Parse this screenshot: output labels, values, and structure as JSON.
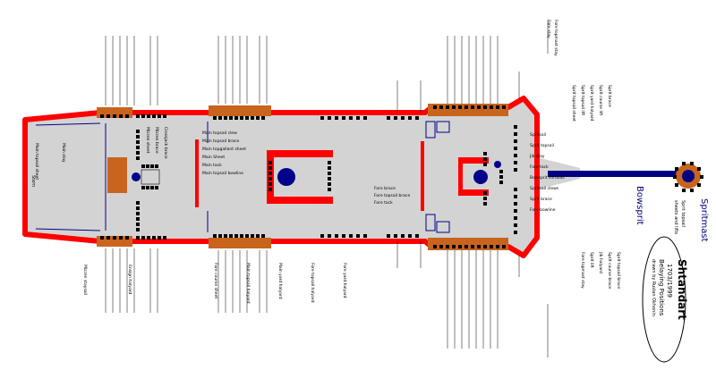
{
  "colors": {
    "hull_outline": "#ff0000",
    "deck": "#d3d3d3",
    "timber": "#c8641e",
    "pin": "#000000",
    "mast": "#00008b",
    "bowsprit": "#000080",
    "lines": "#00008b"
  },
  "title_block": {
    "title": "Shtandart",
    "subtitle_year": "1703/1999",
    "subtitle_name": "Belaying Positions",
    "subtitle_author": "drawn by Ruslan Okhonin"
  },
  "spars": {
    "bowsprit": "Bowsprit",
    "spritsail": "Spritmast",
    "spritsail_note_1": "Sprit topsail",
    "spritsail_note_2": "sheets and lifts"
  },
  "labels": {
    "forecastle_top": [
      "Fore stay",
      "Fore topmast stay"
    ],
    "bow_right": [
      "Spritsail",
      "Sprit topsail",
      "Jib stay",
      "Fore tack",
      "Bowsprit shrouds",
      "Spritsail clews",
      "Sprit brace",
      "Fore bowline"
    ],
    "bow_notes": [
      "Sprit topsail sheet",
      "Sprit topsail lift",
      "Sprit yard halyard",
      "Sprit course lift",
      "Sprit brace"
    ],
    "fore_mast_labels": [
      "Fore brace",
      "Fore topsail brace",
      "Fore tack"
    ],
    "main_mast_labels": [
      "Main topsail clew",
      "Main topsail brace",
      "Main topgallant sheet",
      "Main Sheet",
      "Main tack",
      "Main topsail bowline"
    ],
    "mizzen_labels": [
      "Mizzen sheet",
      "Mizzen brace",
      "Crossjack brace"
    ],
    "bottom_bow": [
      "Fore topmast stay",
      "Sprit lift",
      "Jib halyard",
      "Sprit course brace",
      "Sprit topsail brace"
    ],
    "stern_bottom": [
      "Mizzen staysail",
      "Ensign halyard"
    ],
    "stern_left": [
      "Main topsail sheet",
      "Main stay"
    ],
    "bottom_notes": [
      "Fore course sheet",
      "Main topsail halyard",
      "Main yard halyard",
      "Fore topsail halyard",
      "Fore yard halyard"
    ],
    "stern_text": "Stern"
  }
}
